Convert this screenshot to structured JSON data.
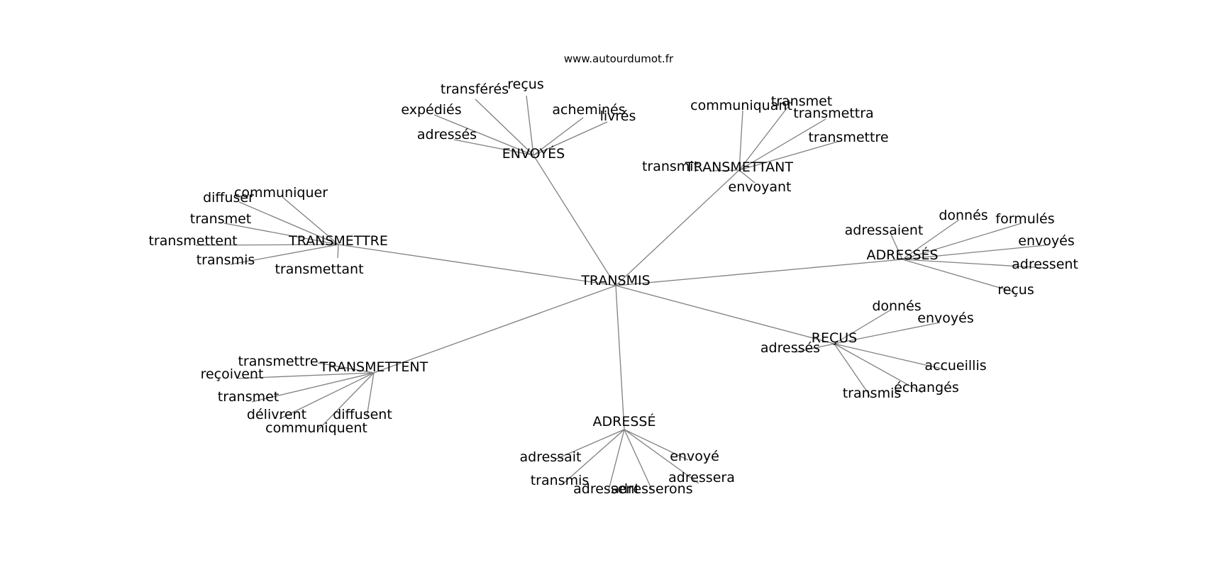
{
  "source": "www.autourdumot.fr",
  "graph": {
    "center": "TRANSMIS",
    "clusters": [
      {
        "label": "ENVOYÉS",
        "leaves": [
          "transférés",
          "reçus",
          "expédiés",
          "acheminés",
          "livrés",
          "adressés"
        ]
      },
      {
        "label": "TRANSMETTANT",
        "leaves": [
          "communiquant",
          "transmet",
          "transmettra",
          "transmettre",
          "transmit",
          "envoyant"
        ]
      },
      {
        "label": "TRANSMETTRE",
        "leaves": [
          "diffuser",
          "communiquer",
          "transmet",
          "transmettent",
          "transmis",
          "transmettant"
        ]
      },
      {
        "label": "ADRESSÉS",
        "leaves": [
          "adressaient",
          "donnés",
          "formulés",
          "envoyés",
          "adressent",
          "reçus"
        ]
      },
      {
        "label": "REÇUS",
        "leaves": [
          "donnés",
          "envoyés",
          "adressés",
          "accueillis",
          "échangés",
          "transmis"
        ]
      },
      {
        "label": "TRANSMETTENT",
        "leaves": [
          "transmettre",
          "reçoivent",
          "transmet",
          "délivrent",
          "diffusent",
          "communiquent"
        ]
      },
      {
        "label": "ADRESSÉ",
        "leaves": [
          "adressait",
          "envoyé",
          "transmis",
          "adressent",
          "adresserons",
          "adressera"
        ]
      }
    ]
  }
}
